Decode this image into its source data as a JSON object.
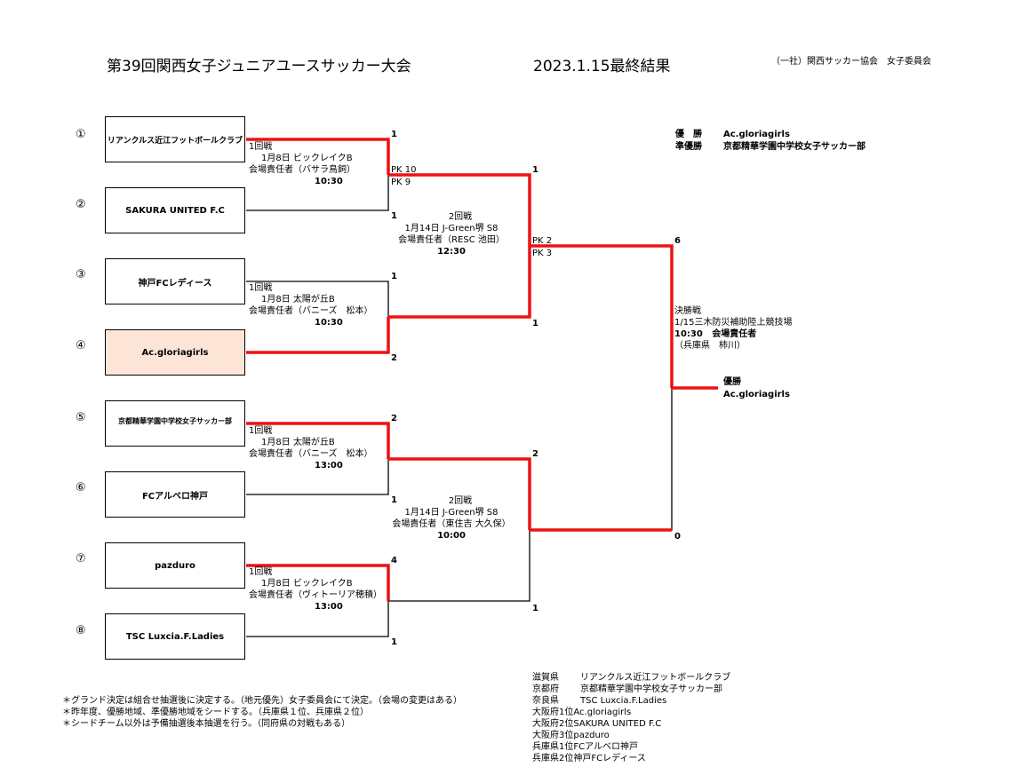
{
  "header": {
    "title": "第39回関西女子ジュニアユースサッカー大会",
    "result": "2023.1.15最終結果",
    "org": "（一社）関西サッカー協会　女子委員会"
  },
  "seeds": [
    "①",
    "②",
    "③",
    "④",
    "⑤",
    "⑥",
    "⑦",
    "⑧"
  ],
  "teams": [
    "リアンクルス近江フットボールクラブ",
    "SAKURA UNITED F.C",
    "神戸FCレディース",
    "Ac.gloriagirls",
    "京都精華学園中学校女子サッカー部",
    "FCアルベロ神戸",
    "pazduro",
    "TSC Luxcia.F.Ladies"
  ],
  "r1": [
    {
      "round": "1回戦",
      "date": "1月8日  ビックレイクB",
      "manager": "会場責任者（バサラ鳥飼）",
      "time": "10:30"
    },
    {
      "round": "1回戦",
      "date": "1月8日  太陽が丘B",
      "manager": "会場責任者（バニーズ　松本）",
      "time": "10:30"
    },
    {
      "round": "1回戦",
      "date": "1月8日  太陽が丘B",
      "manager": "会場責任者（バニーズ　松本）",
      "time": "13:00"
    },
    {
      "round": "1回戦",
      "date": "1月8日  ビックレイクB",
      "manager": "会場責任者（ヴィトーリア穂積）",
      "time": "13:00"
    }
  ],
  "r2": [
    {
      "round": "2回戦",
      "date": "1月14日  J-Green堺  S8",
      "manager": "会場責任者（RESC  池田）",
      "time": "12:30"
    },
    {
      "round": "2回戦",
      "date": "1月14日  J-Green堺  S8",
      "manager": "会場責任者（東住吉  大久保）",
      "time": "10:00"
    }
  ],
  "final": {
    "round": "決勝戦",
    "venue": "1/15三木防災補助陸上競技場",
    "time": "10:30",
    "manager_label": "会場責任者",
    "manager": "（兵庫県　柿川）"
  },
  "scores": {
    "r1": [
      "1",
      "1",
      "1",
      "2",
      "2",
      "1",
      "4",
      "1"
    ],
    "r1_pk": [
      "PK 10",
      "PK  9"
    ],
    "r2": [
      "1",
      "1",
      "2",
      "1"
    ],
    "r2_pk": [
      "PK 2",
      "PK 3"
    ],
    "final": [
      "6",
      "0"
    ]
  },
  "champion": {
    "label": "優勝",
    "team": "Ac.gloriagirls"
  },
  "summary": [
    {
      "label": "優　勝",
      "team": "Ac.gloriagirls"
    },
    {
      "label": "準優勝",
      "team": "京都精華学園中学校女子サッカー部"
    }
  ],
  "notes": [
    "＊グランド決定は組合せ抽選後に決定する。（地元優先）女子委員会にて決定。（会場の変更はある）",
    "＊昨年度、優勝地域、準優勝地域をシードする。（兵庫県１位、兵庫県２位）",
    "＊シードチーム以外は予備抽選後本抽選を行う。（同府県の対戦もある）"
  ],
  "participants": [
    {
      "region": "滋賀県",
      "team": "リアンクルス近江フットボールクラブ"
    },
    {
      "region": "京都府",
      "team": "京都精華学園中学校女子サッカー部"
    },
    {
      "region": "奈良県",
      "team": "TSC Luxcia.F.Ladies"
    },
    {
      "region": "大阪府1位",
      "team": "Ac.gloriagirls"
    },
    {
      "region": "大阪府2位",
      "team": "SAKURA UNITED F.C"
    },
    {
      "region": "大阪府3位",
      "team": "pazduro"
    },
    {
      "region": "兵庫県1位",
      "team": "FCアルベロ神戸"
    },
    {
      "region": "兵庫県2位",
      "team": "神戸FCレディース"
    }
  ],
  "colors": {
    "winner_line": "#ee1111",
    "highlight_box": "#fce4d6"
  }
}
